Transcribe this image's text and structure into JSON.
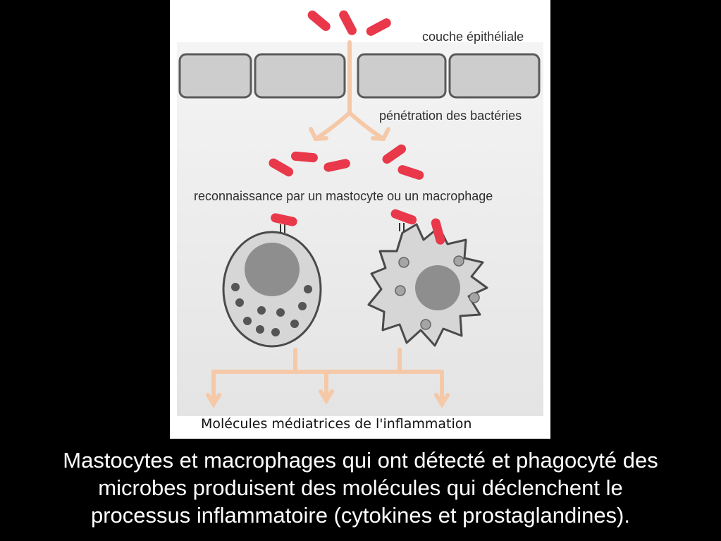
{
  "figure": {
    "labels": {
      "epithelial_layer": "couche épithéliale",
      "bacteria_penetration": "pénétration des bactéries",
      "recognition": "reconnaissance par un mastocyte ou un macrophage",
      "mediator_molecules": "Molécules médiatrices de l'inflammation"
    },
    "colors": {
      "bacteria": "#e8384a",
      "arrow": "#f5c9a8",
      "cell_fill": "#dcdcdc",
      "nucleus": "#8c8c8c",
      "granule_dark": "#555555",
      "epithelial_cell": "#c8c8c8",
      "background": "#eeeeee"
    }
  },
  "caption": {
    "line1": "Mastocytes et macrophages qui ont détecté et phagocyté des",
    "line2": "microbes produisent des molécules qui déclenchent le",
    "line3": "processus inflammatoire (cytokines et prostaglandines)."
  }
}
